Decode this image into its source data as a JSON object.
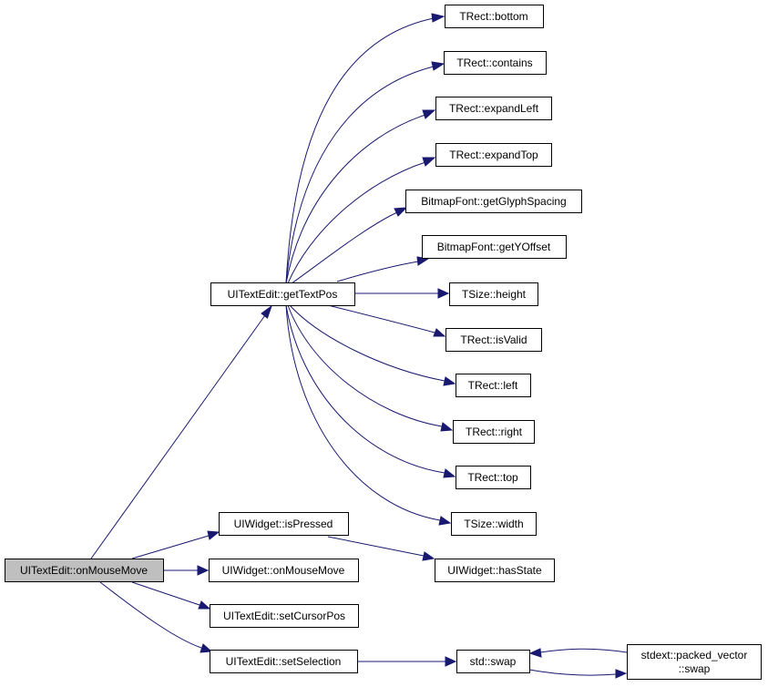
{
  "graph": {
    "edge_color": "#191970",
    "root_fill": "#bfbfbf",
    "nodes": {
      "onMouseMove_root": "UITextEdit::onMouseMove",
      "getTextPos": "UITextEdit::getTextPos",
      "bottom": "TRect::bottom",
      "contains": "TRect::contains",
      "expandLeft": "TRect::expandLeft",
      "expandTop": "TRect::expandTop",
      "getGlyphSpacing": "BitmapFont::getGlyphSpacing",
      "getYOffset": "BitmapFont::getYOffset",
      "height": "TSize::height",
      "isValid": "TRect::isValid",
      "left": "TRect::left",
      "right": "TRect::right",
      "top": "TRect::top",
      "width": "TSize::width",
      "isPressed": "UIWidget::isPressed",
      "hasState": "UIWidget::hasState",
      "widgetOnMouseMove": "UIWidget::onMouseMove",
      "setCursorPos": "UITextEdit::setCursorPos",
      "setSelection": "UITextEdit::setSelection",
      "swap": "std::swap",
      "packed_vector_l1": "stdext::packed_vector",
      "packed_vector_l2": "::swap"
    }
  }
}
